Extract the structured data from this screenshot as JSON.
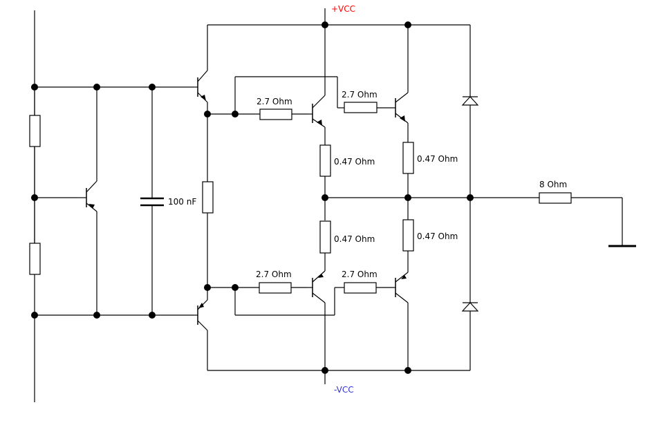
{
  "rails": {
    "positive": "+VCC",
    "negative": "-VCC",
    "positive_color": "#ff0000",
    "negative_color": "#3333cc"
  },
  "labels": {
    "capacitor": "100 nF",
    "r_base_upper_left": "2.7  Ohm",
    "r_base_upper_right": "2.7  Ohm",
    "r_base_lower_left": "2.7  Ohm",
    "r_base_lower_right": "2.7  Ohm",
    "r_emitter_upper_left": "0.47  Ohm",
    "r_emitter_upper_right": "0.47  Ohm",
    "r_emitter_lower_left": "0.47  Ohm",
    "r_emitter_lower_right": "0.47  Ohm",
    "r_load": "8  Ohm"
  }
}
